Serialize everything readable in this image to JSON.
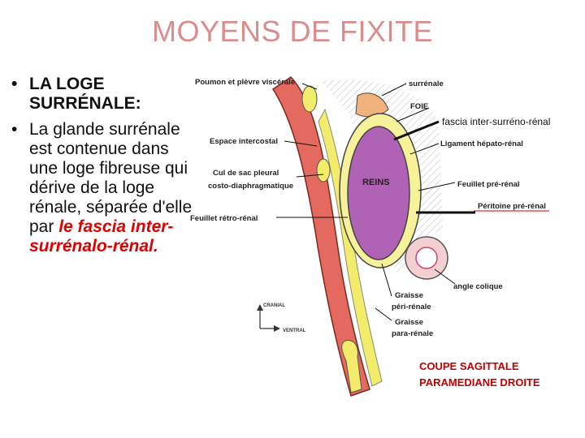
{
  "title": "MOYENS DE FIXITE",
  "bullets": {
    "first": "LA LOGE SURRÉNALE:",
    "second_text": "La glande surrénale est contenue dans une loge fibreuse qui dérive de la loge rénale, séparée d'elle par ",
    "second_emphasis": "le fascia inter-surrénalo-rénal."
  },
  "diagram": {
    "labels": {
      "poumon": "Poumon et plèvre viscérale",
      "surrenale": "surrénale",
      "foie": "FOIE",
      "fascia": "fascia inter-surréno-rénal",
      "ligament": "Ligament hépato-rénal",
      "espace": "Espace intercostal",
      "cul_de_sac_1": "Cul de sac pleural",
      "cul_de_sac_2": "costo-diaphragmatique",
      "reins": "REINS",
      "feuillet_pre": "Feuillet pré-rénal",
      "peritoine": "Péritoine pré-rénal",
      "feuillet_retro": "Feuillet rétro-rénal",
      "angle": "angle colique",
      "graisse_peri_1": "Graisse",
      "graisse_peri_2": "péri-rénale",
      "graisse_para_1": "Graisse",
      "graisse_para_2": "para-rénale",
      "cranial": "CRANIAL",
      "ventral": "VENTRAL"
    },
    "caption_line1": "COUPE SAGITTALE",
    "caption_line2": "PARAMEDIANE DROITE"
  }
}
